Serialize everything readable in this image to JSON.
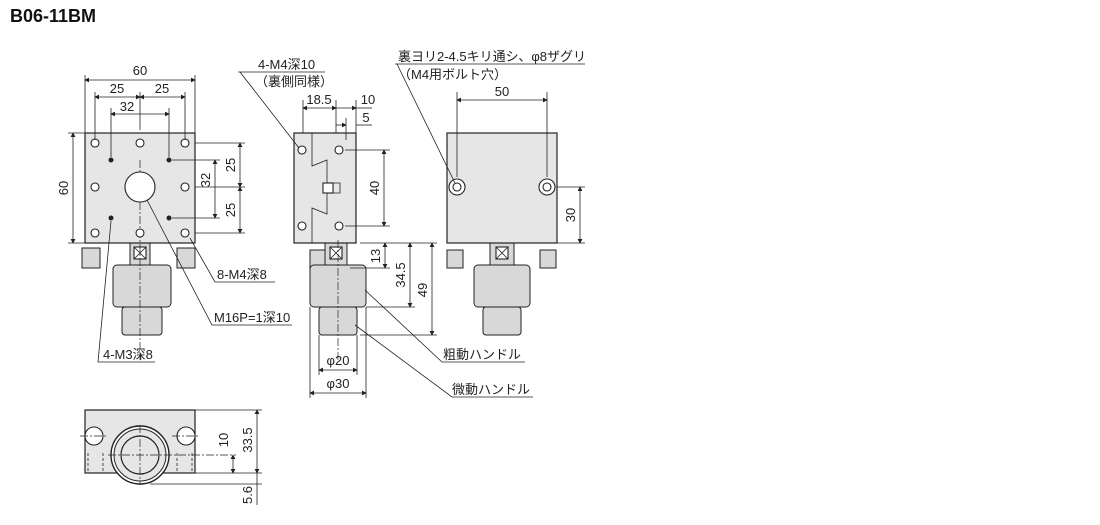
{
  "title": "B06-11BM",
  "top_view": {
    "dim_width": "60",
    "dim_25_left": "25",
    "dim_25_right": "25",
    "dim_32": "32",
    "dim_height": "60",
    "dim_r25_top": "25",
    "dim_r25_bottom": "25",
    "dim_r32": "32",
    "label_m4": "8-M4深8",
    "label_m16": "M16P=1深10",
    "label_m3": "4-M3深8"
  },
  "side_view": {
    "label_m4_line1": "4-M4深10",
    "label_m4_line2": "（裏側同様）",
    "dim_18_5": "18.5",
    "dim_10": "10",
    "dim_5": "5",
    "dim_40": "40",
    "dim_13": "13",
    "dim_34_5": "34.5",
    "dim_49": "49",
    "dim_phi20": "φ20",
    "dim_phi30": "φ30",
    "label_coarse": "粗動ハンドル",
    "label_fine": "微動ハンドル"
  },
  "back_view": {
    "label_line1": "裏ヨリ2-4.5キリ通シ、φ8ザグリ",
    "label_line2": "（M4用ボルト穴）",
    "dim_50": "50",
    "dim_30": "30"
  },
  "bottom_view": {
    "dim_10": "10",
    "dim_33_5": "33.5",
    "dim_5_6": "5.6"
  }
}
